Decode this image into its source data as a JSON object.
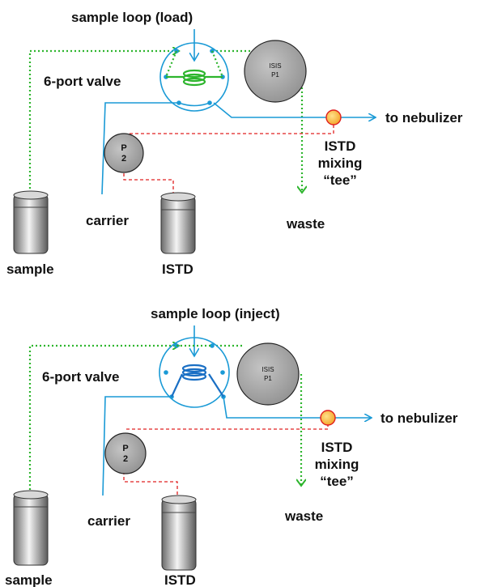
{
  "diagrams": [
    {
      "title": "sample loop (load)",
      "valve_label": "6-port valve",
      "pump1_label": {
        "line1": "ISIS",
        "line2": "P1"
      },
      "pump2_label": {
        "line1": "P",
        "line2": "2"
      },
      "to_nebulizer": "to nebulizer",
      "tee_label": {
        "line1": "ISTD",
        "line2": "mixing",
        "line3": "“tee”"
      },
      "waste": "waste",
      "carrier": "carrier",
      "sample": "sample",
      "istd": "ISTD"
    },
    {
      "title": "sample loop (inject)",
      "valve_label": "6-port valve",
      "pump1_label": {
        "line1": "ISIS",
        "line2": "P1"
      },
      "pump2_label": {
        "line1": "P",
        "line2": "2"
      },
      "to_nebulizer": "to nebulizer",
      "tee_label": {
        "line1": "ISTD",
        "line2": "mixing",
        "line3": "“tee”"
      },
      "waste": "waste",
      "carrier": "carrier",
      "sample": "sample",
      "istd": "ISTD"
    }
  ],
  "colors": {
    "flow_line": "#1a9ad6",
    "sample_line": "#2db52d",
    "istd_line": "#e02020",
    "pump_fill": "#a8a8a8",
    "tee_fill": "#f7b733",
    "load_loop": "#2db52d",
    "inject_loop": "#1a6fc4"
  }
}
